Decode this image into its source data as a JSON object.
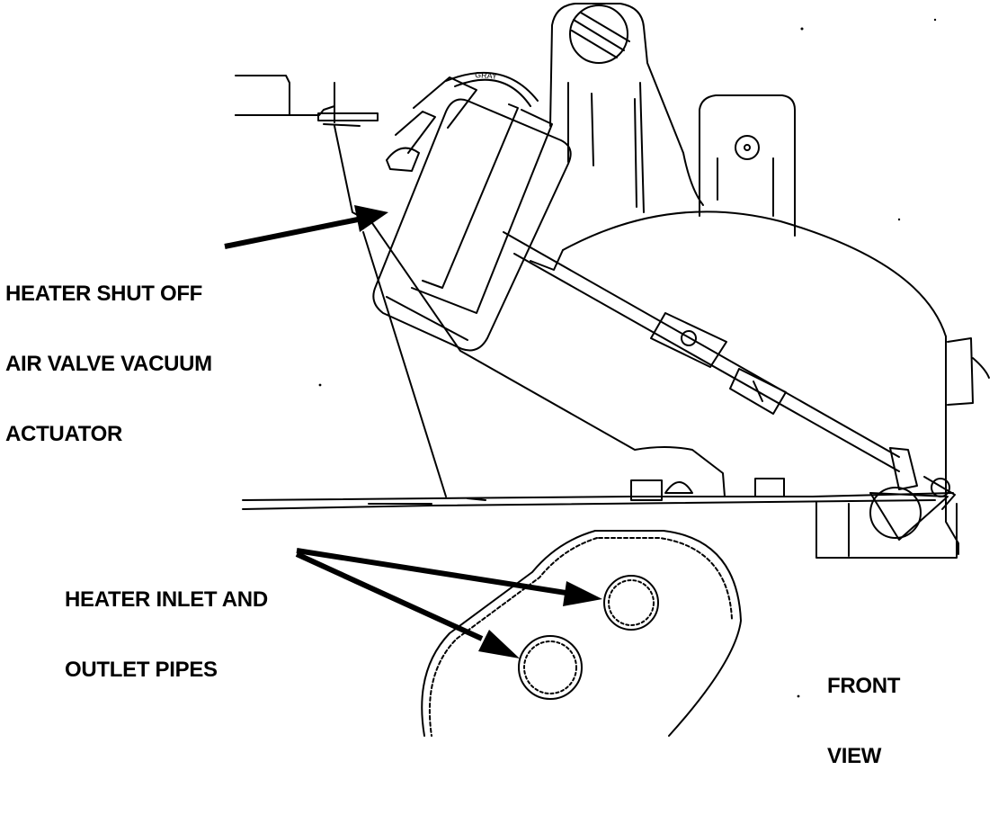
{
  "diagram": {
    "callouts": [
      {
        "id": "actuator",
        "lines": [
          "HEATER SHUT OFF",
          "AIR VALVE VACUUM",
          "ACTUATOR"
        ]
      },
      {
        "id": "pipes",
        "lines": [
          "HEATER INLET AND",
          "OUTLET PIPES"
        ]
      }
    ],
    "view_label": [
      "FRONT",
      "VIEW"
    ],
    "hose_tag": "GRAY",
    "colors": {
      "ink": "#000000",
      "paper": "#ffffff"
    }
  }
}
